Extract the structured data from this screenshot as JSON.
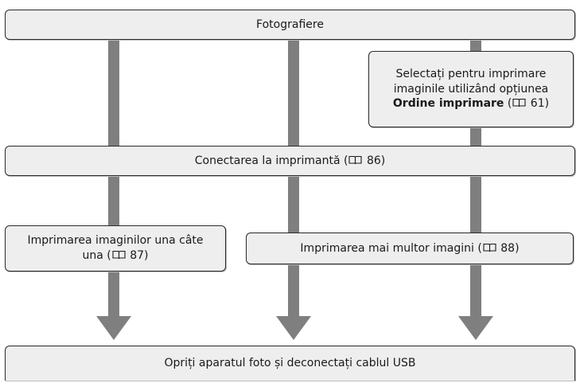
{
  "steps": {
    "shoot": "Fotografiere",
    "select": {
      "line1": "Selectați pentru imprimare",
      "line2": "imaginile utilizând opțiunea",
      "bold": "Ordine imprimare",
      "ref_open": " (",
      "page": "61",
      "ref_close": ")"
    },
    "connect": {
      "text": "Conectarea la imprimantă (",
      "page": "86",
      "close": ")"
    },
    "print_one": {
      "line1": "Imprimarea imaginilor una câte",
      "line2": "una (",
      "page": "87",
      "close": ")"
    },
    "print_multi": {
      "text": "Imprimarea mai multor imagini (",
      "page": "88",
      "close": ")"
    },
    "finish": "Opriți aparatul foto și deconectați cablul USB"
  },
  "colors": {
    "box_fill": "#eeeeee",
    "box_border": "#2a2a2a",
    "arrow": "#7f7f7f"
  },
  "icons": {
    "reference": "book-icon"
  }
}
